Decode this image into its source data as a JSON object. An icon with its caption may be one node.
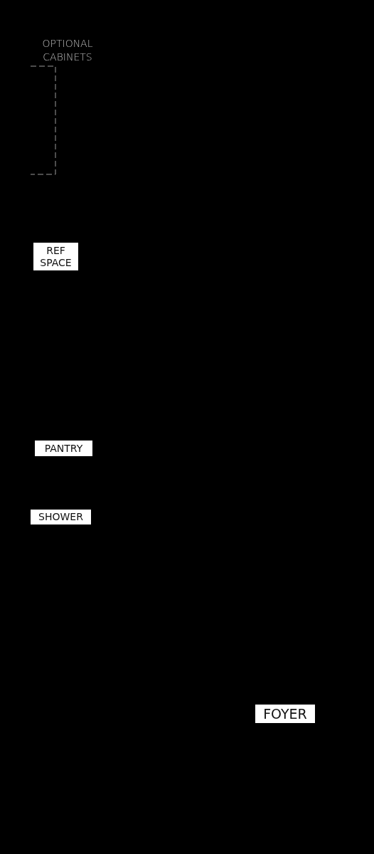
{
  "diagram": {
    "nodes": [
      {
        "text": [
          "OPTIONAL CABINETS"
        ]
      },
      {
        "text": [
          "REF SPACE"
        ]
      },
      {
        "text": [
          "PANTRY"
        ]
      },
      {
        "text": [
          "SHOWER"
        ]
      },
      {
        "text": [
          "FOYER"
        ]
      }
    ],
    "edges": []
  }
}
